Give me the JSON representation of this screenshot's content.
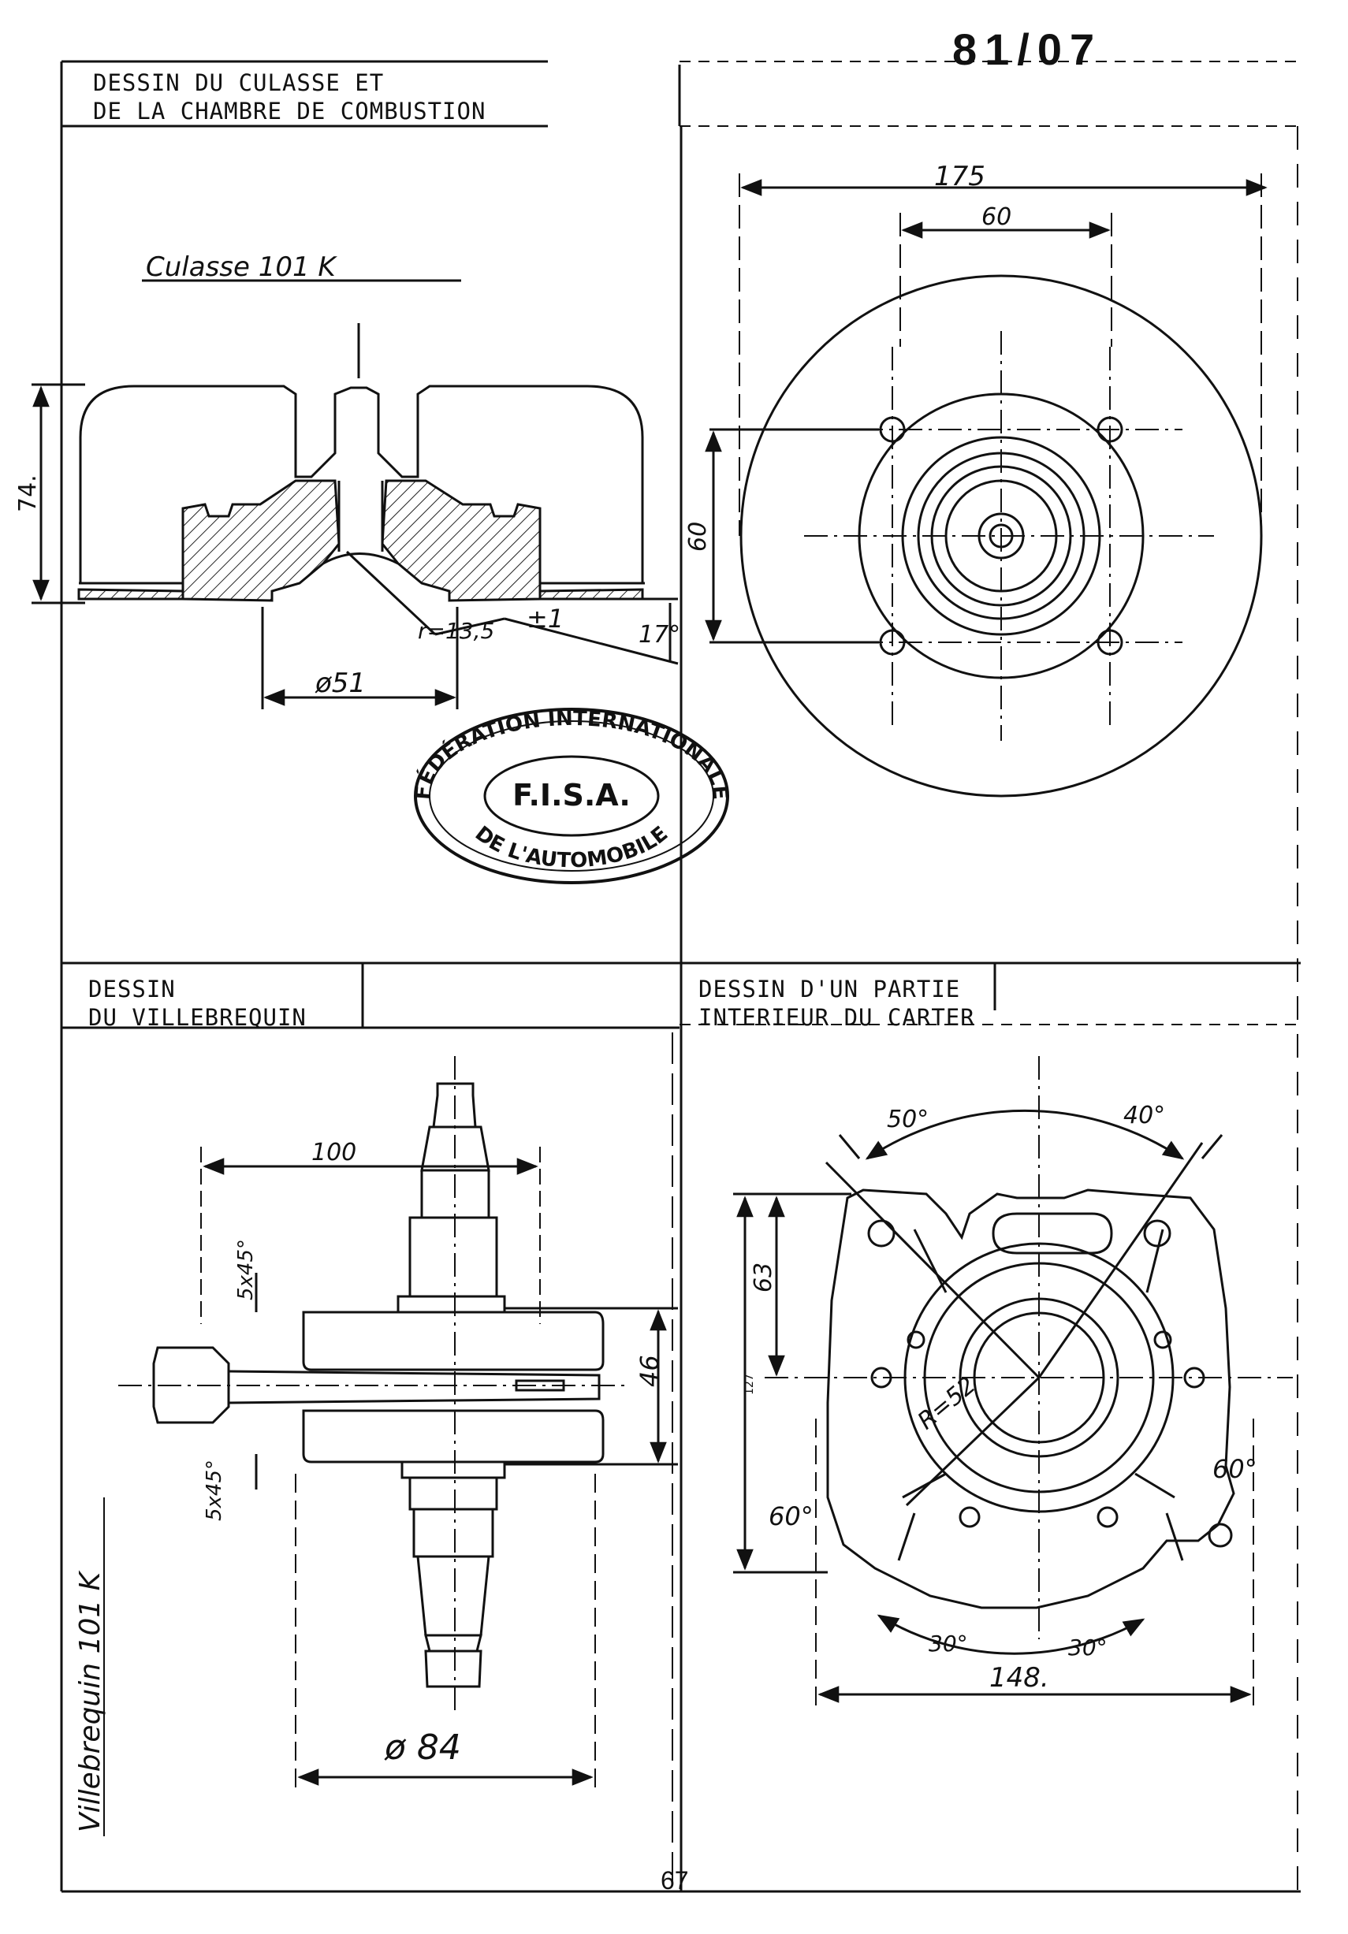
{
  "document_number": "81/07",
  "page_number": "67",
  "sections": {
    "cylinder_head": {
      "title_line1": "DESSIN DU CULASSE ET",
      "title_line2": "DE LA CHAMBRE DE COMBUSTION",
      "part_label": "Culasse 101 K",
      "dim_height": "74.",
      "dim_radius": "r=13,5",
      "dim_tolerance": "±1",
      "dim_angle": "17°",
      "dim_diameter": "ø51",
      "dim_outer": "175",
      "dim_bolt_spacing": "60",
      "dim_bolt_spacing_v": "60"
    },
    "stamp": {
      "top_text": "FÉDÉRATION INTERNATIONALE",
      "center_text": "F.I.S.A.",
      "bottom_text": "DE L'AUTOMOBILE"
    },
    "crankshaft": {
      "title_line1": "DESSIN",
      "title_line2": "DU VILLEBREQUIN",
      "part_label": "Villebrequin 101 K",
      "dim_length": "100",
      "dim_chamfer_top": "5x45°",
      "dim_chamfer_bottom": "5x45°",
      "dim_width": "46",
      "dim_diameter": "ø 84"
    },
    "crankcase": {
      "title_line1": "DESSIN D'UN PARTIE",
      "title_line2": "INTERIEUR DU CARTER",
      "dim_angle_left": "50°",
      "dim_angle_right": "40°",
      "dim_height": "63",
      "dim_total": "127",
      "dim_radius": "R=52",
      "dim_angle_60_right": "60°",
      "dim_angle_60_left": "60°",
      "dim_angle_30_left": "30°",
      "dim_angle_30_right": "30°",
      "dim_width": "148."
    }
  }
}
